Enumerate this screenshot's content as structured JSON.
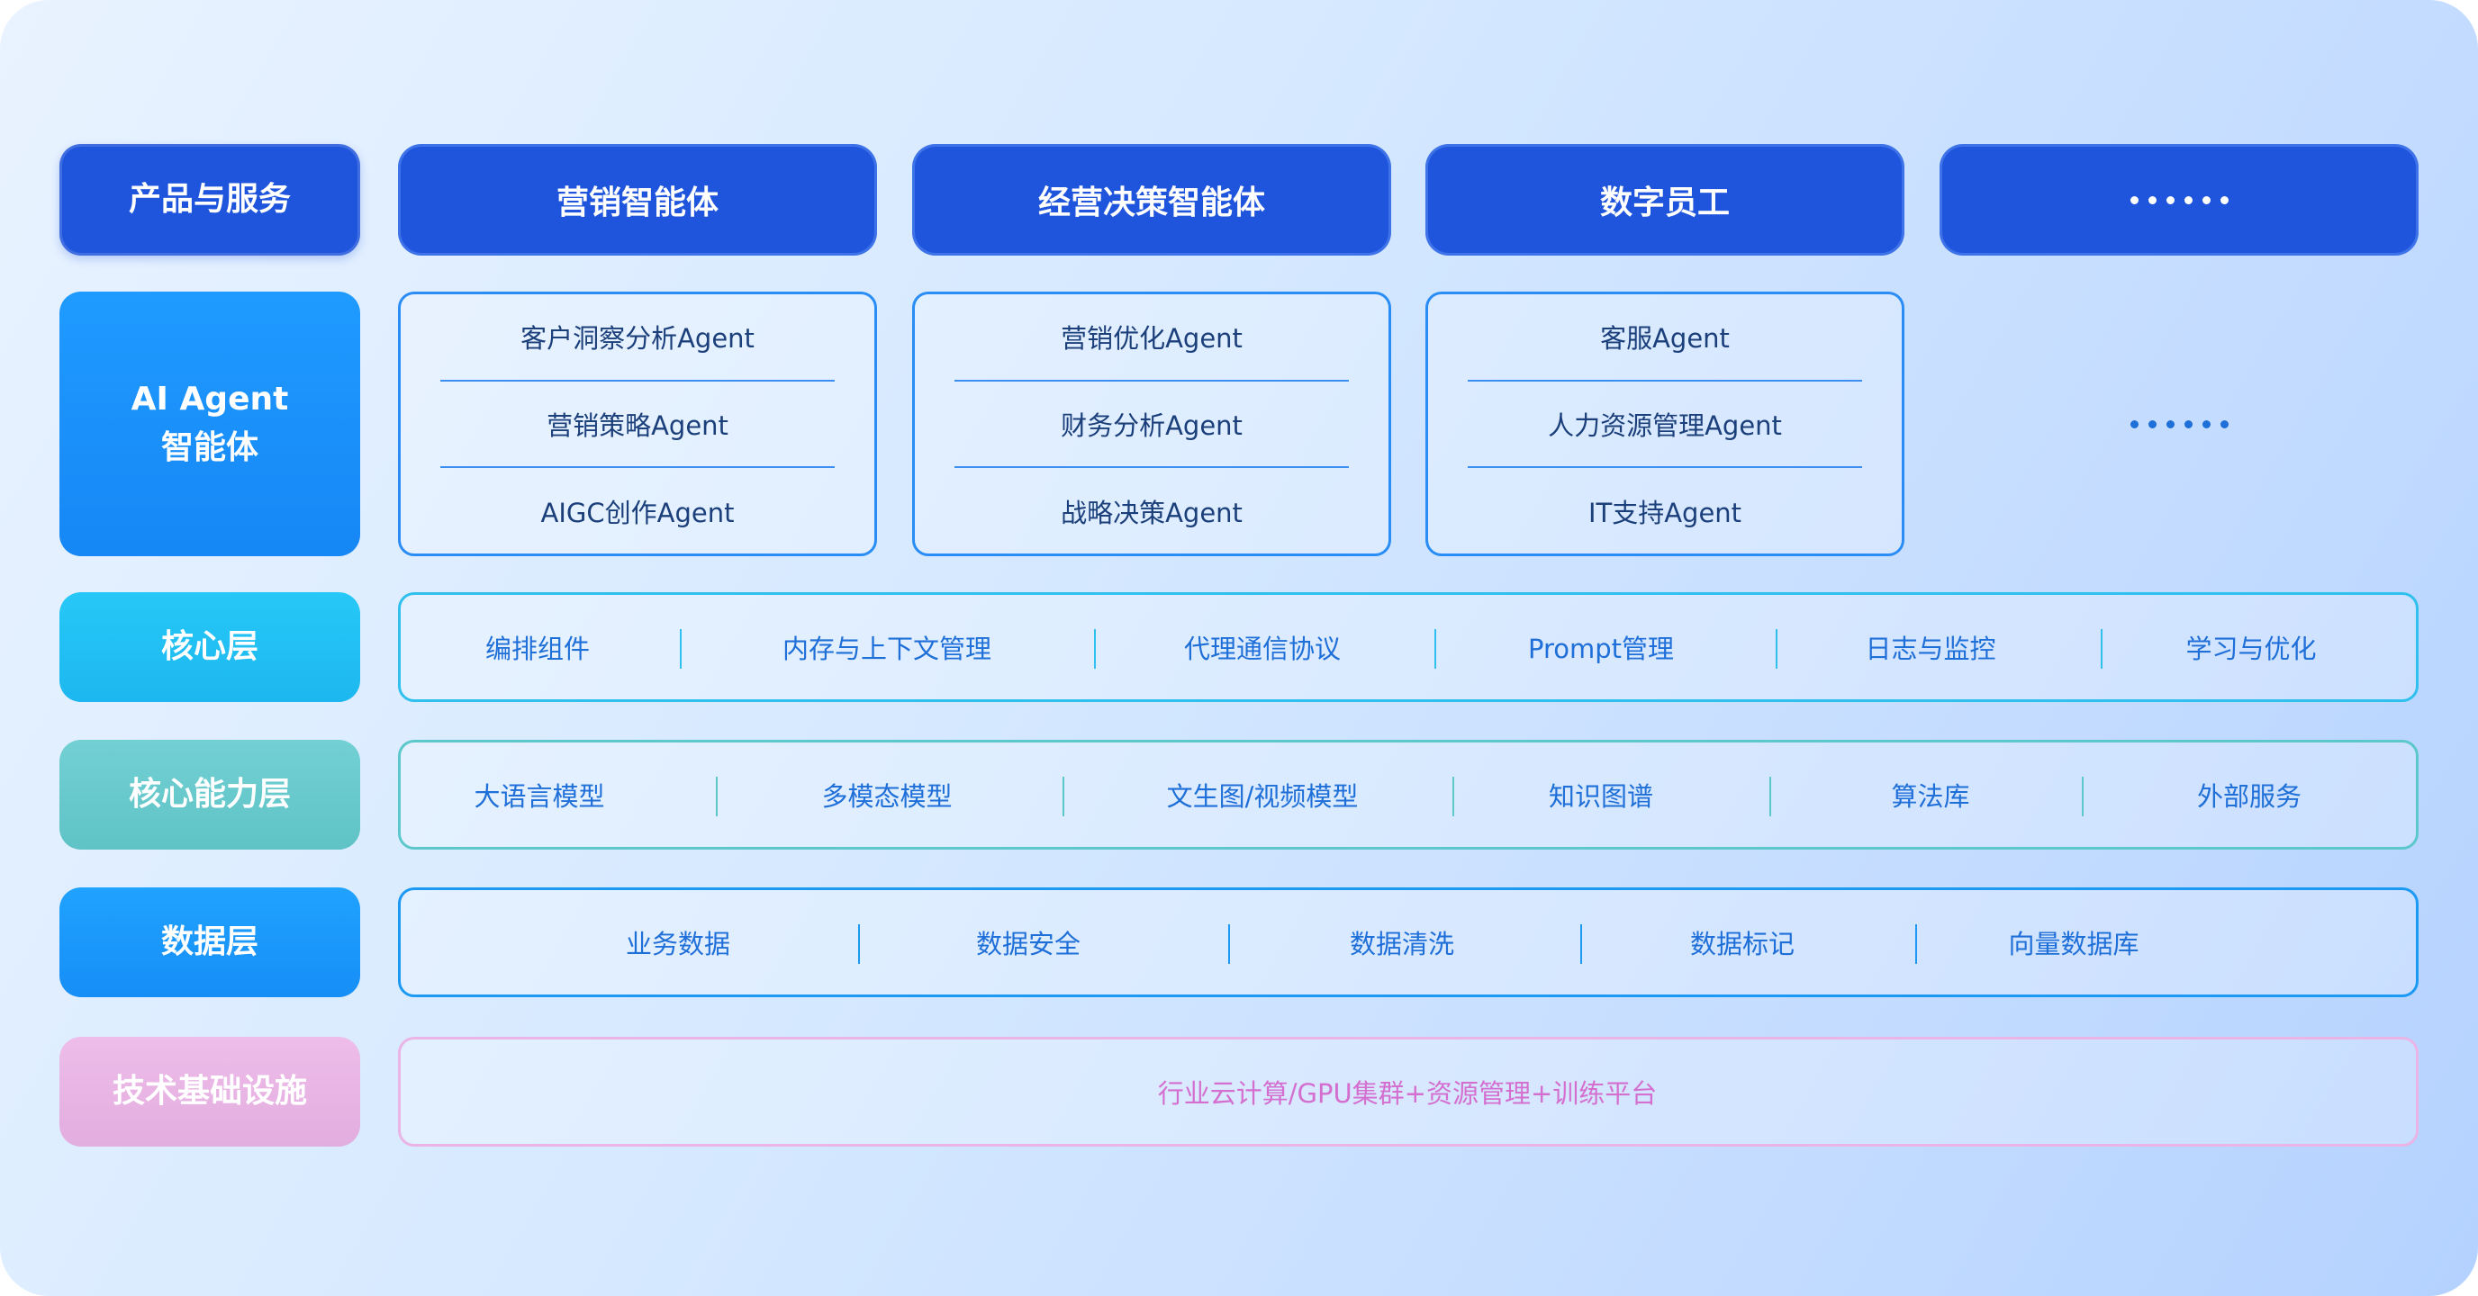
{
  "rows": {
    "product": {
      "label": "产品与服务",
      "columns": [
        "营销智能体",
        "经营决策智能体",
        "数字员工",
        "……"
      ]
    },
    "agents": {
      "label_line1": "AI Agent",
      "label_line2": "智能体",
      "groups": [
        [
          "客户洞察分析Agent",
          "营销策略Agent",
          "AIGC创作Agent"
        ],
        [
          "营销优化Agent",
          "财务分析Agent",
          "战略决策Agent"
        ],
        [
          "客服Agent",
          "人力资源管理Agent",
          "IT支持Agent"
        ]
      ],
      "more": "……"
    },
    "core": {
      "label": "核心层",
      "items": [
        "编排组件",
        "内存与上下文管理",
        "代理通信协议",
        "Prompt管理",
        "日志与监控",
        "学习与优化"
      ]
    },
    "capability": {
      "label": "核心能力层",
      "items": [
        "大语言模型",
        "多模态模型",
        "文生图/视频模型",
        "知识图谱",
        "算法库",
        "外部服务"
      ]
    },
    "data": {
      "label": "数据层",
      "items": [
        "业务数据",
        "数据安全",
        "数据清洗",
        "数据标记",
        "向量数据库"
      ]
    },
    "infra": {
      "label": "技术基础设施",
      "content": "行业云计算/GPU集群+资源管理+训练平台"
    }
  },
  "colors": {
    "header_bg": "#1f55dc",
    "agent_label_bg": "#1f9bff",
    "core_label_bg": "#27c8f7",
    "capability_label_bg": "#72d0d3",
    "data_label_bg": "#20a2ff",
    "infra_label_bg": "#eebde9",
    "infra_text": "#d46fd0"
  }
}
